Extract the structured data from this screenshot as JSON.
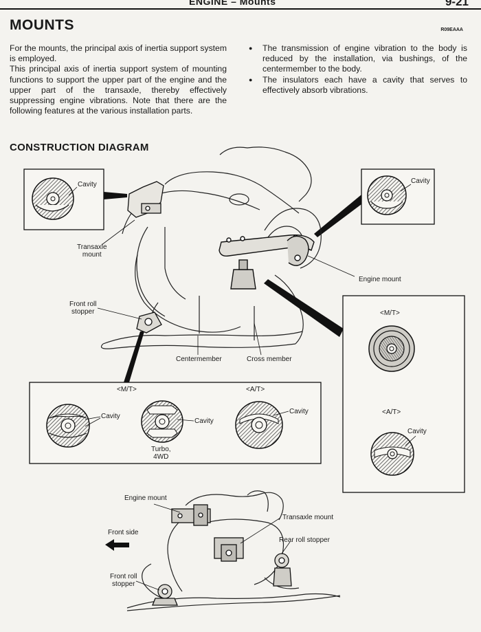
{
  "header": {
    "title": "ENGINE – Mounts",
    "page_number": "9-21"
  },
  "section": {
    "title": "MOUNTS",
    "code": "R09EAAA"
  },
  "intro_paragraphs": [
    "For the mounts, the principal axis of inertia support system is employed.",
    "This principal axis of inertia support system of mounting functions to support the upper part of the engine and the upper part of the transaxle, thereby effectively suppressing engine vibrations. Note that there are the following features at the various installation parts."
  ],
  "features": [
    "The transmission of engine vibration to the body is reduced by the installation, via bushings, of the centermember to the body.",
    "The insulators each have a cavity that serves to effectively absorb vibrations."
  ],
  "diagram": {
    "title": "CONSTRUCTION DIAGRAM",
    "labels": {
      "cavity": "Cavity",
      "transaxle_mount": "Transaxle\nmount",
      "engine_mount": "Engine mount",
      "front_roll_stopper": "Front roll\nstopper",
      "centermember": "Centermember",
      "cross_member": "Cross member",
      "mt": "<M/T>",
      "at": "<A/T>",
      "turbo_4wd": "Turbo,\n4WD",
      "engine_mount_lower": "Engine mount",
      "transaxle_mount_lower": "Transaxle mount",
      "rear_roll_stopper": "Rear roll stopper",
      "front_side": "Front side",
      "front_roll_stopper_lower": "Front roll\nstopper"
    }
  }
}
